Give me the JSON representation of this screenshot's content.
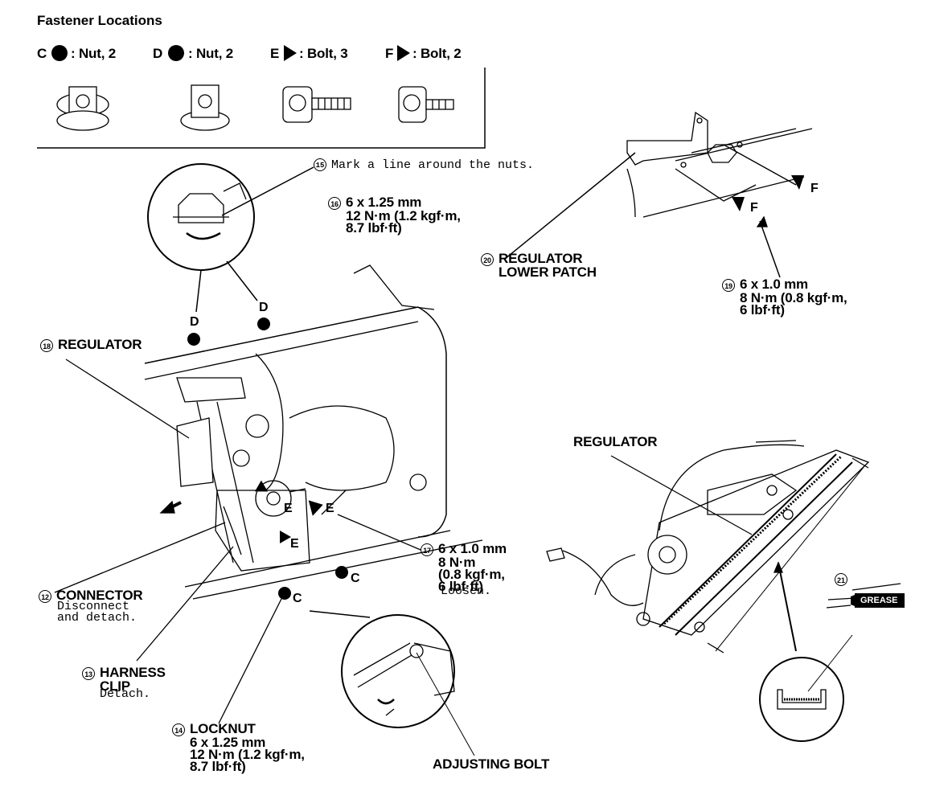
{
  "header": {
    "title": "Fastener Locations",
    "fasteners": [
      {
        "letter": "C",
        "label": ": Nut, 2"
      },
      {
        "letter": "D",
        "label": ": Nut, 2"
      },
      {
        "letter": "E",
        "label": ": Bolt, 3"
      },
      {
        "letter": "F",
        "label": ": Bolt, 2"
      }
    ]
  },
  "steps": {
    "s12": {
      "num": "12",
      "title": "CONNECTOR",
      "note1": "Disconnect",
      "note2": "and detach."
    },
    "s13": {
      "num": "13",
      "title1": "HARNESS",
      "title2": "CLIP",
      "note": "Detach."
    },
    "s14": {
      "num": "14",
      "title": "LOCKNUT",
      "spec1": "6 x 1.25 mm",
      "spec2": "12 N·m (1.2 kgf·m,",
      "spec3": "8.7 lbf·ft)"
    },
    "s15": {
      "num": "15",
      "note": "Mark a line around the nuts."
    },
    "s16": {
      "num": "16",
      "spec1": "6 x 1.25 mm",
      "spec2": "12 N·m (1.2 kgf·m,",
      "spec3": "8.7 lbf·ft)"
    },
    "s17": {
      "num": "17",
      "spec1": "6 x 1.0 mm",
      "spec2": "8 N·m",
      "spec3": "(0.8 kgf·m,",
      "spec4": "6 lbf·ft)",
      "note": "Loosen."
    },
    "s18": {
      "num": "18",
      "title": "REGULATOR"
    },
    "s19": {
      "num": "19",
      "spec1": "6 x 1.0 mm",
      "spec2": "8 N·m (0.8 kgf·m,",
      "spec3": "6 lbf·ft)"
    },
    "s20": {
      "num": "20",
      "title1": "REGULATOR",
      "title2": "LOWER PATCH"
    },
    "s21": {
      "num": "21"
    }
  },
  "labels": {
    "regulator": "REGULATOR",
    "adjusting_bolt": "ADJUSTING BOLT",
    "grease": "GREASE",
    "d": "D",
    "c": "C",
    "e": "E",
    "f": "F"
  }
}
